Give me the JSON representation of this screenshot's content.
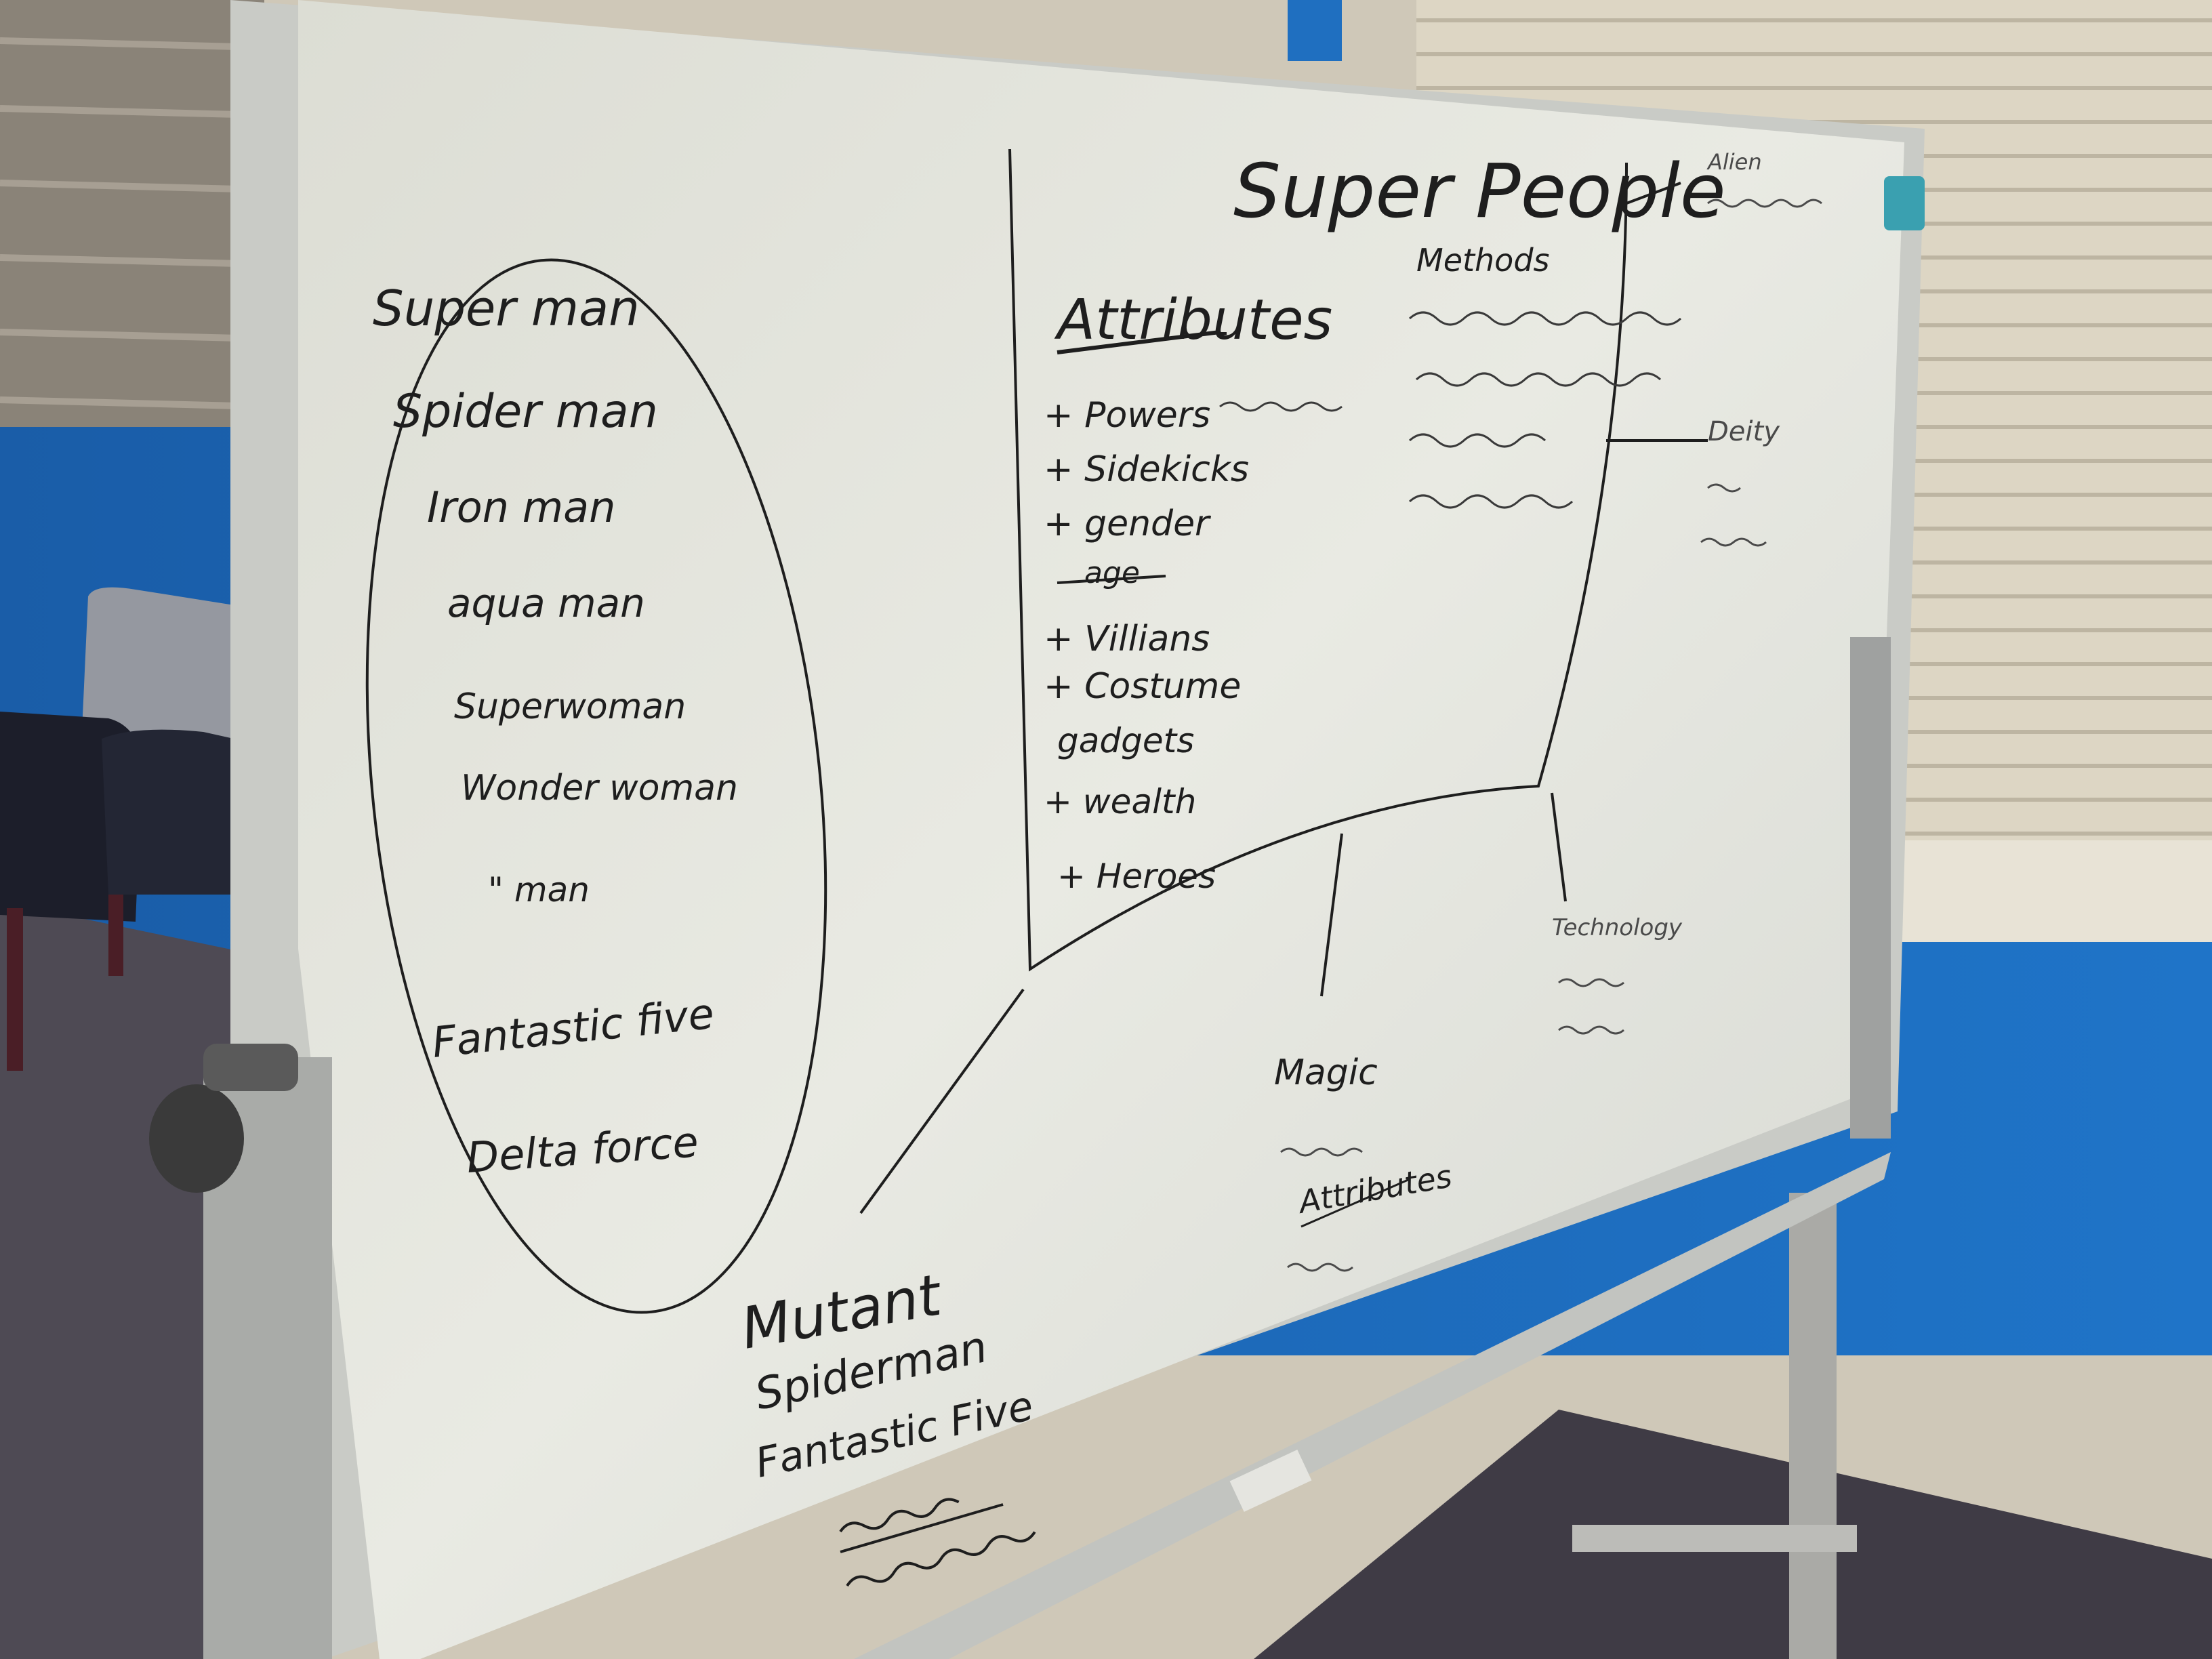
{
  "board": {
    "title": "Super People",
    "hero_list": [
      "Super man",
      "Spider man",
      "Iron man",
      "aqua man",
      "Superwoman",
      "Wonder woman",
      "\" man",
      "Fantastic five",
      "Delta force"
    ],
    "attributes": {
      "heading": "Attributes",
      "items": [
        "+ Powers",
        "+ Sidekicks",
        "+ gender",
        "age",
        "+ Villians",
        "+ Costume",
        "gadgets",
        "+ wealth",
        "+ Heroes"
      ]
    },
    "methods": {
      "heading": "Methods"
    },
    "categories": {
      "alien": "Alien",
      "deity": "Deity",
      "technology": "Technology",
      "magic": "Magic",
      "mutant": "Mutant"
    },
    "mutant_items": [
      "Spiderman",
      "Fantastic Five"
    ],
    "magic_items": [
      "Attributes"
    ],
    "colors": {
      "wall": "#1b6fc0",
      "board": "#e6e7e0",
      "frame": "#c9cbc6",
      "marker": "#1e1e1e",
      "carpet": "#4a4650",
      "blinds": "#ddd6c4",
      "chair": "#1c1e2a",
      "magnet": "#3aa0b0"
    }
  }
}
